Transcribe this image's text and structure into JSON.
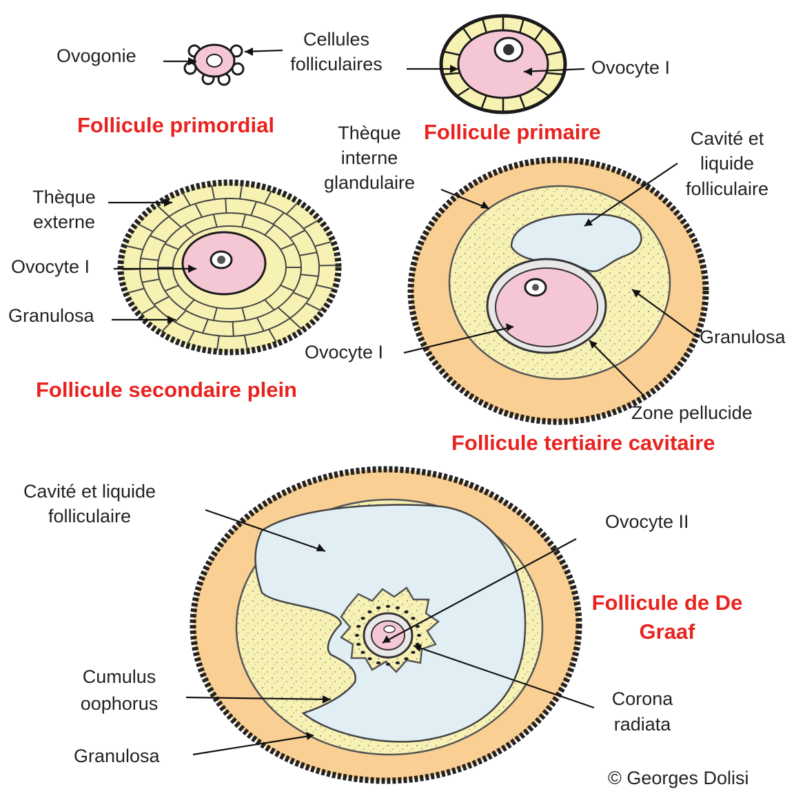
{
  "colors": {
    "oocyte_pink": "#f5c6d3",
    "granulosa_yellow": "#f7f1b4",
    "theca_orange": "#f9cf93",
    "cavity_blue": "#e1eef4",
    "title_red": "#e8231f",
    "outline": "#1a1a1a"
  },
  "follicle_primordial": {
    "title": "Follicule primordial",
    "label_ovogonie": "Ovogonie",
    "label_cellules": [
      "Cellules",
      "folliculaires"
    ]
  },
  "follicle_primaire": {
    "title": "Follicule primaire",
    "label_ovocyte": "Ovocyte I"
  },
  "follicle_secondaire": {
    "title": "Follicule secondaire plein",
    "label_theque": [
      "Thèque",
      "externe"
    ],
    "label_ovocyte": "Ovocyte I",
    "label_granulosa": "Granulosa"
  },
  "follicle_tertiaire": {
    "title": "Follicule tertiaire cavitaire",
    "label_theque_interne": [
      "Thèque",
      "interne",
      "glandulaire"
    ],
    "label_cavite": [
      "Cavité et",
      "liquide",
      "folliculaire"
    ],
    "label_granulosa": "Granulosa",
    "label_ovocyte": "Ovocyte I",
    "label_zone": "Zone pellucide"
  },
  "follicle_graaf": {
    "title": [
      "Follicule de De",
      "Graaf"
    ],
    "label_cavite": [
      "Cavité et liquide",
      "folliculaire"
    ],
    "label_ovocyte": "Ovocyte II",
    "label_cumulus": [
      "Cumulus",
      "oophorus"
    ],
    "label_corona": [
      "Corona",
      "radiata"
    ],
    "label_granulosa": "Granulosa"
  },
  "credit": "© Georges Dolisi"
}
